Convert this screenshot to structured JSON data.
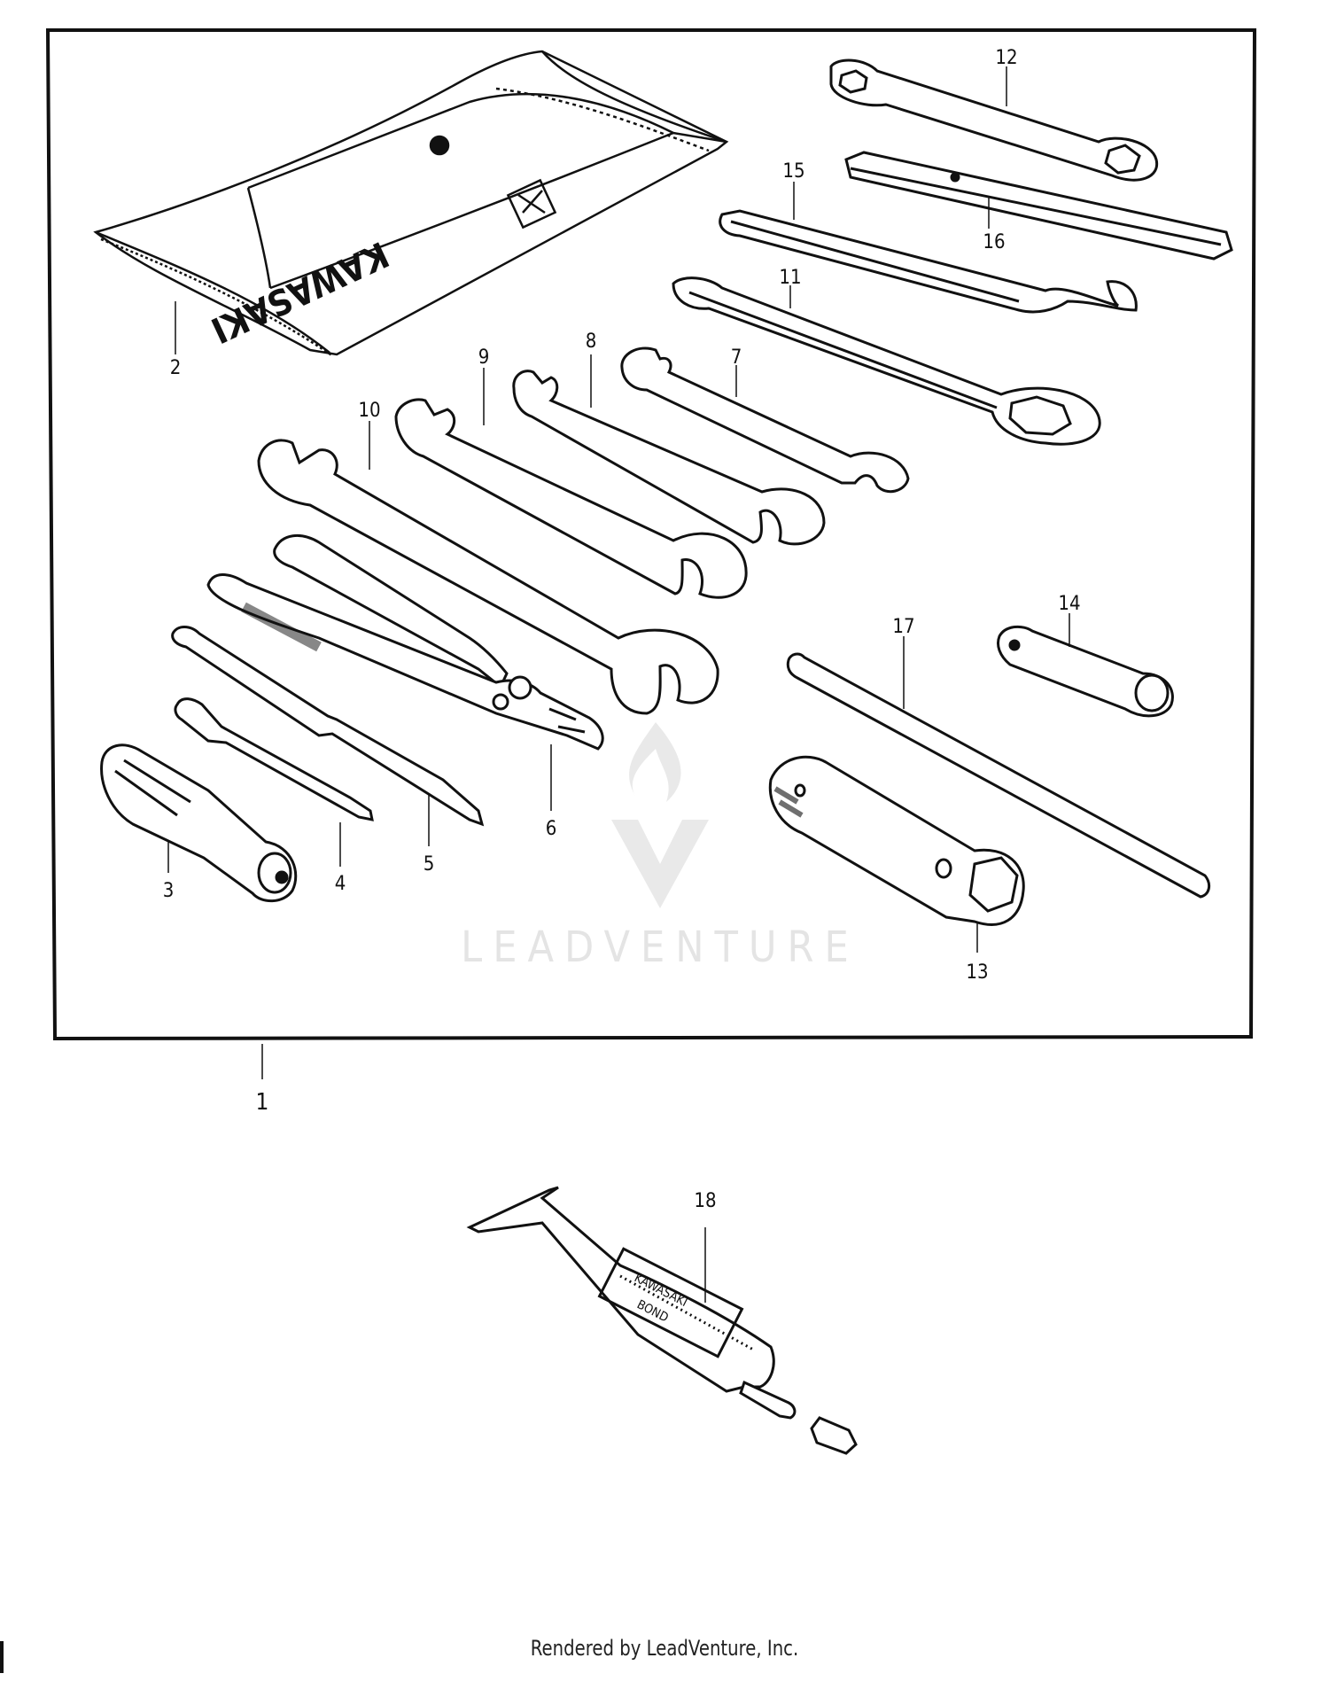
{
  "callouts": {
    "c1": "1",
    "c2": "2",
    "c3": "3",
    "c4": "4",
    "c5": "5",
    "c6": "6",
    "c7": "7",
    "c8": "8",
    "c9": "9",
    "c10": "10",
    "c11": "11",
    "c12": "12",
    "c13": "13",
    "c14": "14",
    "c15": "15",
    "c16": "16",
    "c17": "17",
    "c18": "18"
  },
  "pouch_brand": "KAWASAKI",
  "tube_label_line1": "KAWASAKI",
  "tube_label_line2": "BOND",
  "watermark": "LEADVENTURE",
  "footer": "Rendered by LeadVenture, Inc.",
  "colors": {
    "ink": "#111111",
    "paper": "#ffffff",
    "watermark": "#e6e6e6"
  }
}
